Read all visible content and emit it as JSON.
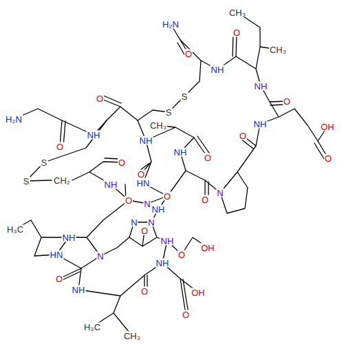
{
  "diagram": {
    "labels": [
      "CH₃",
      "H₂N",
      "O",
      "CH₃",
      "O",
      "NH",
      "S",
      "NH",
      "O",
      "S",
      "OH",
      "O",
      "H₂N",
      "CH₃",
      "NH",
      "O",
      "NH",
      "NH",
      "O",
      "NH",
      "O",
      "O",
      "S",
      "O",
      "S",
      "CH₂",
      "O",
      "NH",
      "HN",
      "N",
      "O",
      "O",
      "O",
      "N",
      "NH",
      "N",
      "N",
      "O",
      "H₃C",
      "NH",
      "NH",
      "OH",
      "HN",
      "N",
      "O",
      "NH",
      "O",
      "NH",
      "O",
      "OH",
      "O",
      "H₃C",
      "CH₃"
    ]
  }
}
